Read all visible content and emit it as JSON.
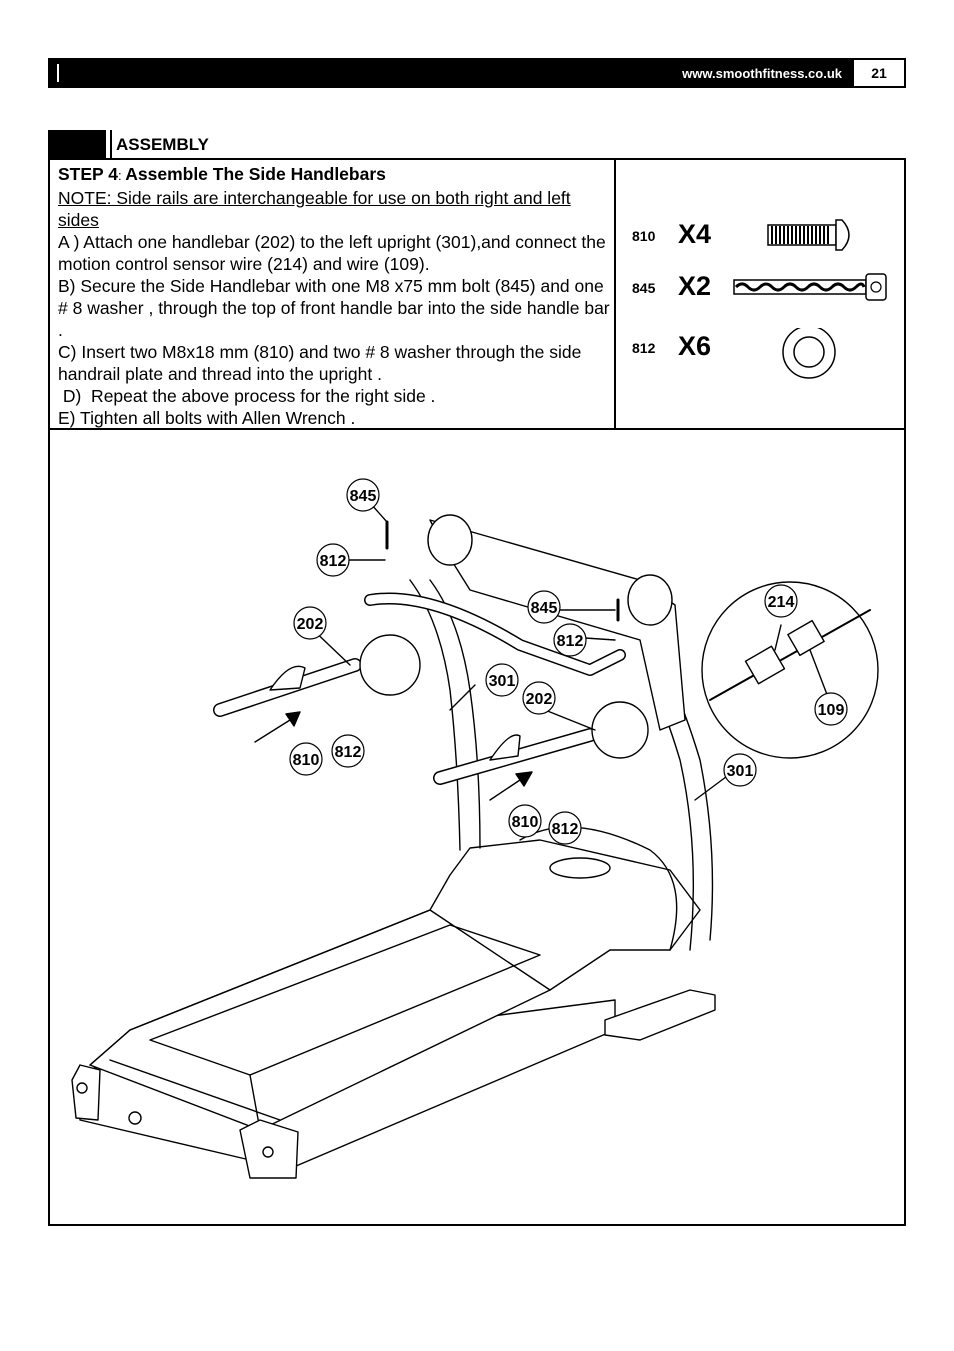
{
  "header": {
    "url": "www.smoothfitness.co.uk",
    "page_number": "21"
  },
  "section": {
    "title": "ASSEMBLY"
  },
  "step": {
    "label": "STEP 4",
    "title": "Assemble The Side Handlebars",
    "note": "NOTE: Side rails are interchangeable for use on both right and left sides",
    "instructions": [
      "A ) Attach one handlebar (202) to the left upright (301),and connect the motion control sensor wire (214) and wire (109).",
      "B) Secure the Side Handlebar with one M8 x75 mm bolt (845) and one # 8 washer , through the top of front handle bar into the side handle bar .",
      "C) Insert two M8x18 mm (810) and two # 8 washer through the side handrail plate and thread into the upright .",
      " D)  Repeat the above process for the right side .",
      "E) Tighten all bolts with Allen Wrench ."
    ]
  },
  "parts": [
    {
      "code": "810",
      "qty": "X4",
      "icon": "short-bolt-icon"
    },
    {
      "code": "845",
      "qty": "X2",
      "icon": "long-bolt-icon"
    },
    {
      "code": "812",
      "qty": "X6",
      "icon": "washer-icon"
    }
  ],
  "callouts": {
    "c845a": "845",
    "c812a": "812",
    "c202a": "202",
    "c845b": "845",
    "c812b": "812",
    "c301a": "301",
    "c202b": "202",
    "c810a": "810",
    "c812c": "812",
    "c810b": "810",
    "c812d": "812",
    "c301b": "301",
    "c214": "214",
    "c109": "109"
  }
}
